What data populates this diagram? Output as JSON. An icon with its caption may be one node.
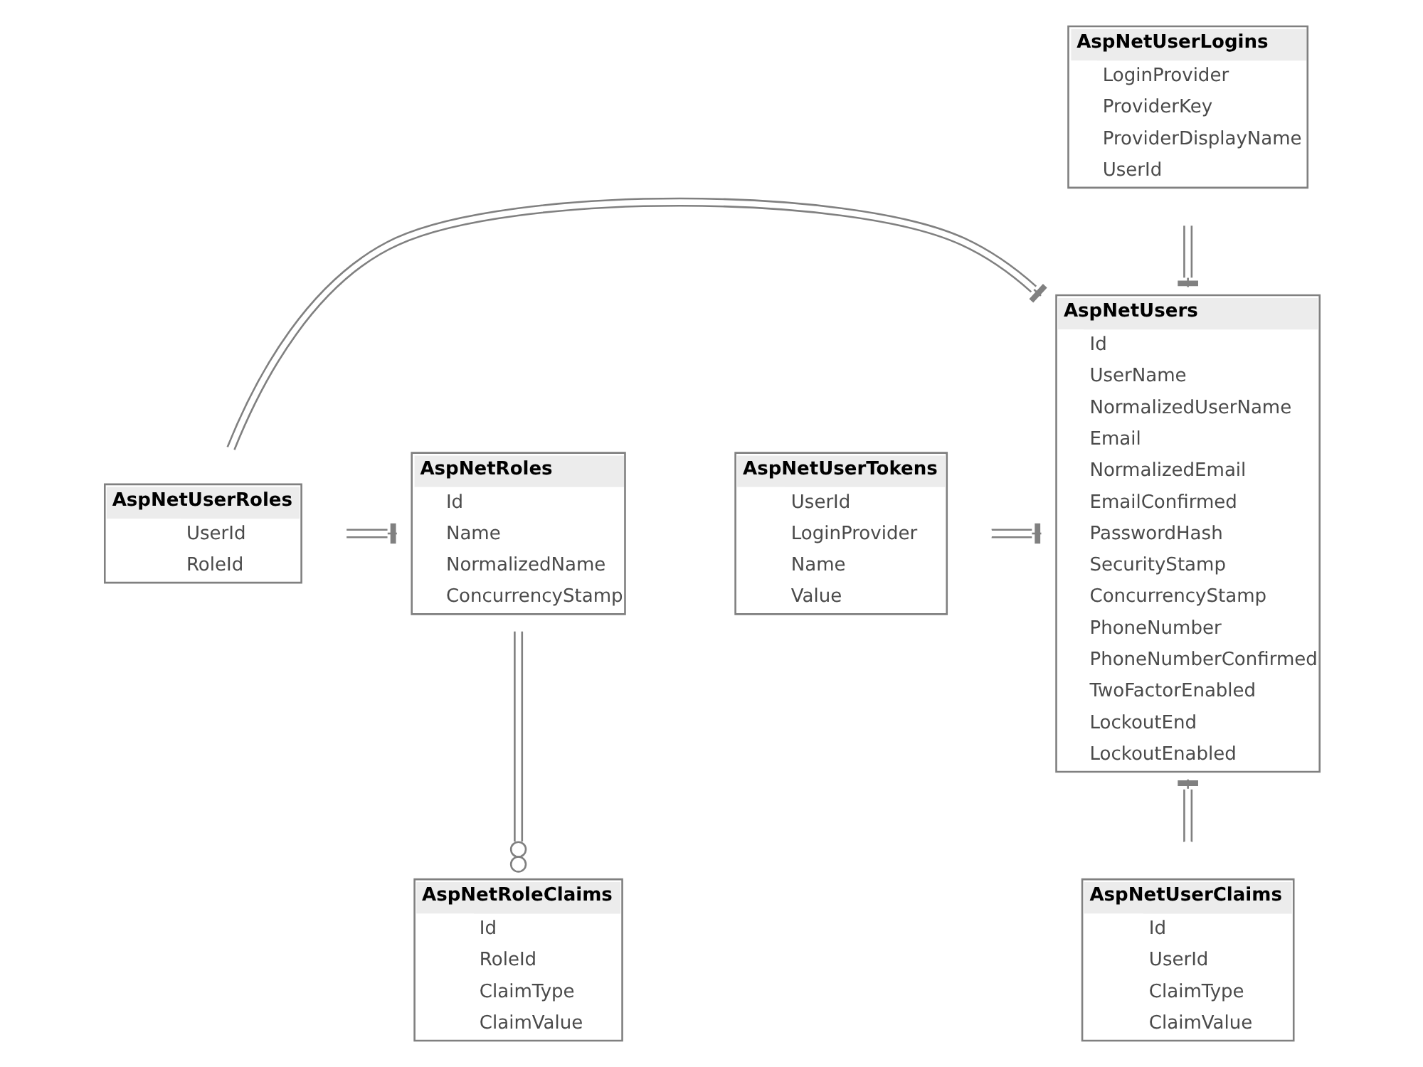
{
  "diagram": {
    "nodes": [
      {
        "text": [
          "AspNetUserLogins",
          "LoginProvider",
          "ProviderKey",
          "ProviderDisplayName",
          "UserId"
        ]
      },
      {
        "text": [
          "AspNetRoles",
          "Id",
          "Name",
          "NormalizedName",
          "ConcurrencyStamp"
        ]
      },
      {
        "text": [
          "AspNetUserRoles",
          "UserId",
          "RoleId"
        ]
      },
      {
        "text": [
          "AspNetUsers",
          "Id",
          "UserName",
          "NormalizedUserName",
          "Email",
          "NormalizedEmail",
          "EmailConfirmed",
          "PasswordHash",
          "SecurityStamp",
          "ConcurrencyStamp",
          "PhoneNumber",
          "PhoneNumberConfirmed",
          "TwoFactorEnabled",
          "LockoutEnd",
          "LockoutEnabled"
        ]
      },
      {
        "text": [
          "AspNetUserTokens",
          "UserId",
          "LoginProvider",
          "Name",
          "Value"
        ]
      },
      {
        "text": [
          "AspNetRoleClaims",
          "Id",
          "RoleId",
          "ClaimType",
          "ClaimValue"
        ]
      },
      {
        "text": [
          "AspNetUserClaims",
          "Id",
          "UserId",
          "ClaimType",
          "ClaimValue"
        ]
      }
    ],
    "edges": [
      {
        "from": 0,
        "to": 3,
        "arrow": "other"
      },
      {
        "from": 2,
        "to": 1,
        "arrow": "other"
      },
      {
        "from": 2,
        "to": 3,
        "arrow": "other"
      },
      {
        "from": 4,
        "to": 3,
        "arrow": "other"
      },
      {
        "from": 5,
        "to": 1,
        "arrow": "other"
      },
      {
        "from": 6,
        "to": 3,
        "arrow": "other"
      }
    ]
  }
}
